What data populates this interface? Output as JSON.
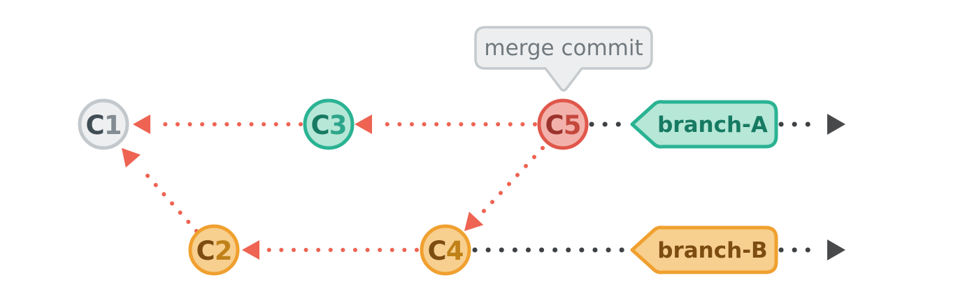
{
  "tooltip": {
    "text": "merge commit"
  },
  "commits": [
    {
      "prefix": "C",
      "num": "1",
      "palette": "gray"
    },
    {
      "prefix": "C",
      "num": "2",
      "palette": "orange"
    },
    {
      "prefix": "C",
      "num": "3",
      "palette": "teal"
    },
    {
      "prefix": "C",
      "num": "4",
      "palette": "orange"
    },
    {
      "prefix": "C",
      "num": "5",
      "palette": "red"
    }
  ],
  "branches": [
    {
      "label": "branch-A",
      "palette": "teal"
    },
    {
      "label": "branch-B",
      "palette": "orange"
    }
  ],
  "colors": {
    "background": "#ffffff",
    "red-line": "#ee6352",
    "dark-line": "#3f4245",
    "dark-arrow": "#47494b",
    "gray-node-border": "#c2c8cc",
    "gray-node-fill": "#edeff1",
    "gray-text-dark": "#404d55",
    "gray-text-light": "#838c92",
    "teal-border": "#2ab393",
    "teal-fill": "#b6e7d7",
    "teal-text-dark": "#177a62",
    "teal-text-mid": "#2da68b",
    "red-border": "#e0574a",
    "red-fill": "#f2b2ab",
    "red-text-dark": "#9b332c",
    "red-text-mid": "#c5483d",
    "orange-border": "#f0a02f",
    "orange-fill": "#f7cf8e",
    "orange-text-dark": "#7c4c10",
    "orange-text-mid": "#bf8118",
    "tooltip-fill": "#edeef0",
    "tooltip-border": "#c5cacd",
    "tooltip-text": "#70797e"
  }
}
